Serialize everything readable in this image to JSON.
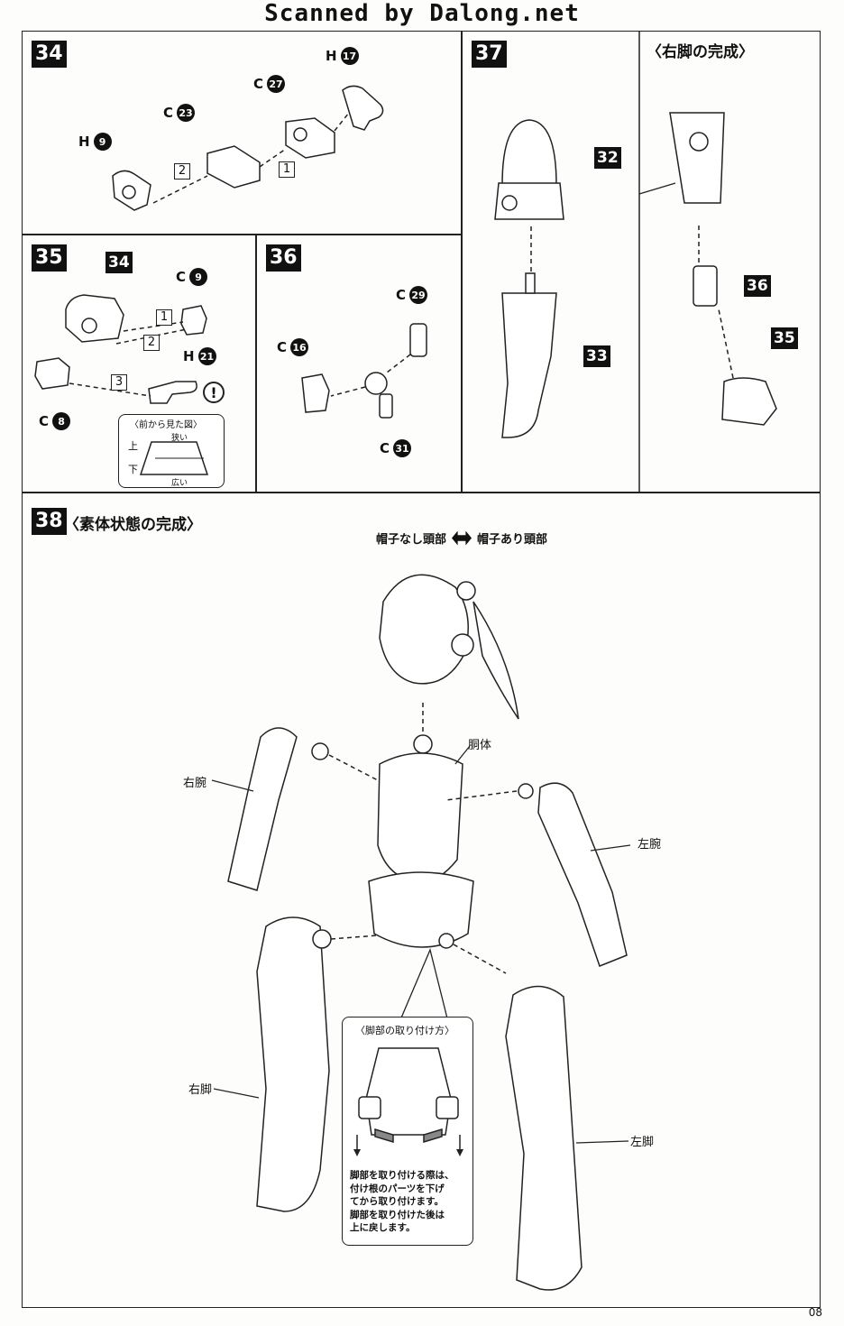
{
  "watermark": "Scanned by Dalong.net",
  "page_number": "08",
  "step34": {
    "no": "34",
    "parts": [
      {
        "letter": "H",
        "num": "17"
      },
      {
        "letter": "C",
        "num": "27"
      },
      {
        "letter": "C",
        "num": "23"
      },
      {
        "letter": "H",
        "num": "9"
      }
    ],
    "seq": [
      "2",
      "1"
    ]
  },
  "step35": {
    "no": "35",
    "ref": "34",
    "parts": [
      {
        "letter": "C",
        "num": "9"
      },
      {
        "letter": "H",
        "num": "21"
      },
      {
        "letter": "C",
        "num": "8"
      }
    ],
    "seq": [
      "1",
      "2",
      "3"
    ],
    "front_view": {
      "title": "〈前から見た図〉",
      "top": "上",
      "bottom": "下",
      "narrow": "狭い",
      "wide": "広い"
    }
  },
  "step36": {
    "no": "36",
    "parts": [
      {
        "letter": "C",
        "num": "29"
      },
      {
        "letter": "C",
        "num": "16"
      },
      {
        "letter": "C",
        "num": "31"
      }
    ]
  },
  "step37": {
    "no": "37",
    "title": "〈右脚の完成〉",
    "refs": [
      "32",
      "33",
      "36",
      "35"
    ]
  },
  "step38": {
    "no": "38",
    "title": "〈素体状態の完成〉",
    "head_no_hat": "帽子なし頭部",
    "head_with_hat": "帽子あり頭部",
    "torso": "胴体",
    "right_arm": "右腕",
    "left_arm": "左腕",
    "right_leg": "右脚",
    "left_leg": "左脚",
    "leg_note": {
      "title": "〈脚部の取り付け方〉",
      "lines": [
        "脚部を取り付ける際は、",
        "付け根のパーツを下げ",
        "てから取り付けます。",
        "脚部を取り付けた後は",
        "上に戻します。"
      ]
    }
  }
}
